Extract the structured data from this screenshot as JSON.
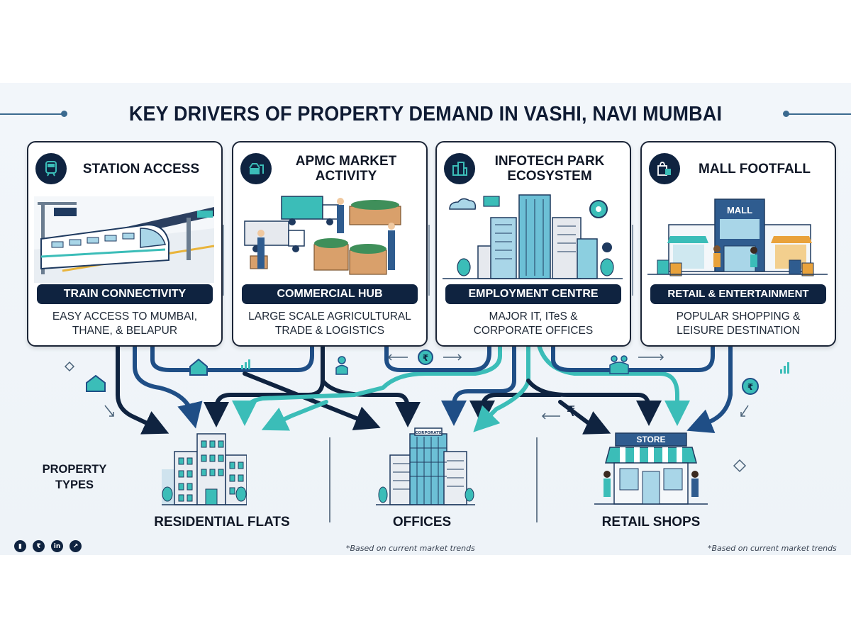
{
  "title": "KEY DRIVERS OF PROPERTY DEMAND IN VASHI, NAVI MUMBAI",
  "drivers": [
    {
      "title": "STATION ACCESS",
      "icon": "train-icon",
      "badge": "TRAIN CONNECTIVITY",
      "description_line1": "EASY ACCESS TO MUMBAI,",
      "description_line2": "THANE, & BELAPUR"
    },
    {
      "title_line1": "APMC MARKET",
      "title_line2": "ACTIVITY",
      "icon": "market-cart-icon",
      "badge": "COMMERCIAL HUB",
      "description_line1": "LARGE SCALE AGRICULTURAL",
      "description_line2": "TRADE & LOGISTICS"
    },
    {
      "title_line1": "INFOTECH PARK",
      "title_line2": "ECOSYSTEM",
      "icon": "office-buildings-icon",
      "badge": "EMPLOYMENT CENTRE",
      "description_line1": "MAJOR IT, ITeS &",
      "description_line2": "CORPORATE OFFICES"
    },
    {
      "title": "MALL FOOTFALL",
      "icon": "shopping-bag-icon",
      "badge": "RETAIL & ENTERTAINMENT",
      "description_line1": "POPULAR SHOPPING &",
      "description_line2": "LEISURE DESTINATION"
    }
  ],
  "illustration_labels": {
    "mall_sign": "MALL",
    "store_sign": "STORE",
    "corporate_sign": "CORPORATE",
    "rupee": "₹"
  },
  "property_types": {
    "heading_line1": "PROPERTY",
    "heading_line2": "TYPES",
    "items": [
      {
        "label": "RESIDENTIAL FLATS",
        "icon": "apartment-building-icon"
      },
      {
        "label": "OFFICES",
        "icon": "corporate-tower-icon"
      },
      {
        "label": "RETAIL SHOPS",
        "icon": "storefront-icon"
      }
    ]
  },
  "footnotes": [
    "*Based on current market trends",
    "*Based on current market trends"
  ],
  "social_icons": [
    {
      "name": "bar-chart-icon",
      "glyph": "▮"
    },
    {
      "name": "rupee-icon",
      "glyph": "₹"
    },
    {
      "name": "linkedin-icon",
      "glyph": "in"
    },
    {
      "name": "trend-up-icon",
      "glyph": "↗"
    }
  ],
  "colors": {
    "navy": "#0f2340",
    "mid_blue": "#1f4e86",
    "teal": "#3bbdb8",
    "background": "#eff4f9",
    "card_border": "#1b2537"
  }
}
